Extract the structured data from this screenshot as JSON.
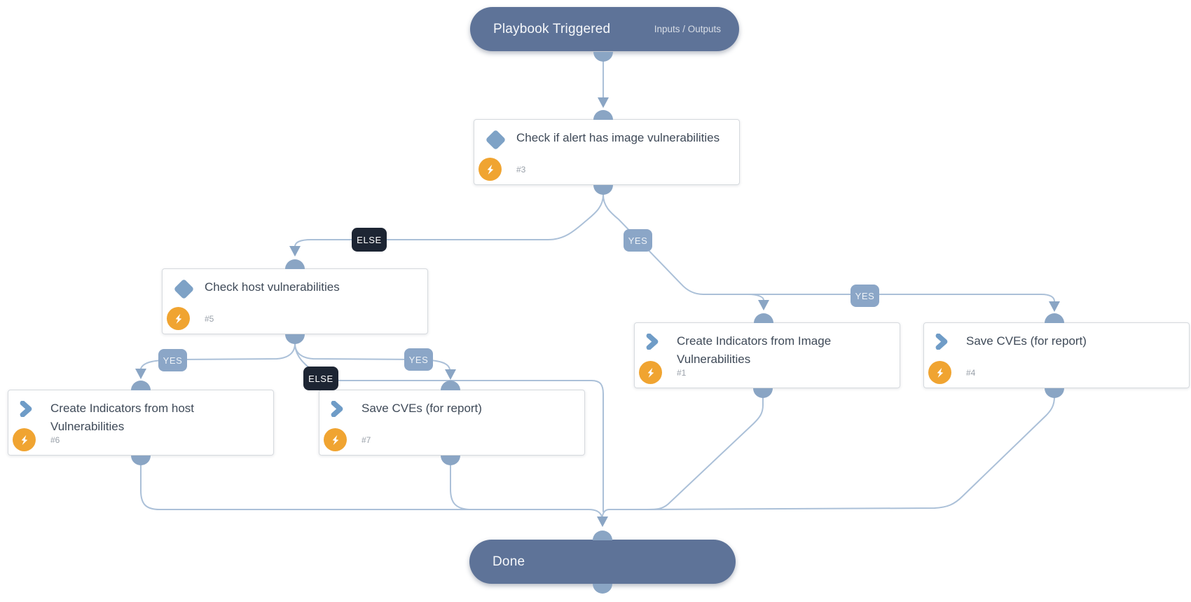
{
  "workflow": {
    "start": {
      "label": "Playbook Triggered",
      "io_label": "Inputs / Outputs"
    },
    "end": {
      "label": "Done"
    },
    "tasks": [
      {
        "number": "#3",
        "title": "Check if alert has image vulnerabilities",
        "kind": "condition"
      },
      {
        "number": "#5",
        "title": "Check host vulnerabilities",
        "kind": "condition"
      },
      {
        "number": "#1",
        "title": "Create Indicators from Image Vulnerabilities",
        "kind": "action"
      },
      {
        "number": "#4",
        "title": "Save CVEs (for report)",
        "kind": "action"
      },
      {
        "number": "#6",
        "title": "Create Indicators from host Vulnerabilities",
        "kind": "action"
      },
      {
        "number": "#7",
        "title": "Save CVEs (for report)",
        "kind": "action"
      }
    ],
    "branch_labels": [
      "ELSE",
      "YES",
      "YES",
      "ELSE",
      "YES",
      "YES"
    ],
    "edges": [
      "Playbook Triggered -> #3",
      "#3 -ELSE-> #5",
      "#3 -YES-> #1",
      "#3 -YES-> #4",
      "#5 -YES-> #6",
      "#5 -ELSE-> Done",
      "#5 -YES-> #7",
      "#1 -> Done",
      "#4 -> Done",
      "#6 -> Done",
      "#7 -> Done"
    ]
  },
  "colors": {
    "terminal_bg": "#5e7398",
    "edge_line": "#abc0d8",
    "connector": "#8aa5c4",
    "yes_badge_bg": "#8ba6c7",
    "else_badge_bg": "#1d2533",
    "condition_icon": "#7ea2c6",
    "action_icon": "#6f9cc7",
    "automation_icon_bg": "#f0a431",
    "card_border": "#d6dade",
    "title_text": "#3f4a58"
  }
}
